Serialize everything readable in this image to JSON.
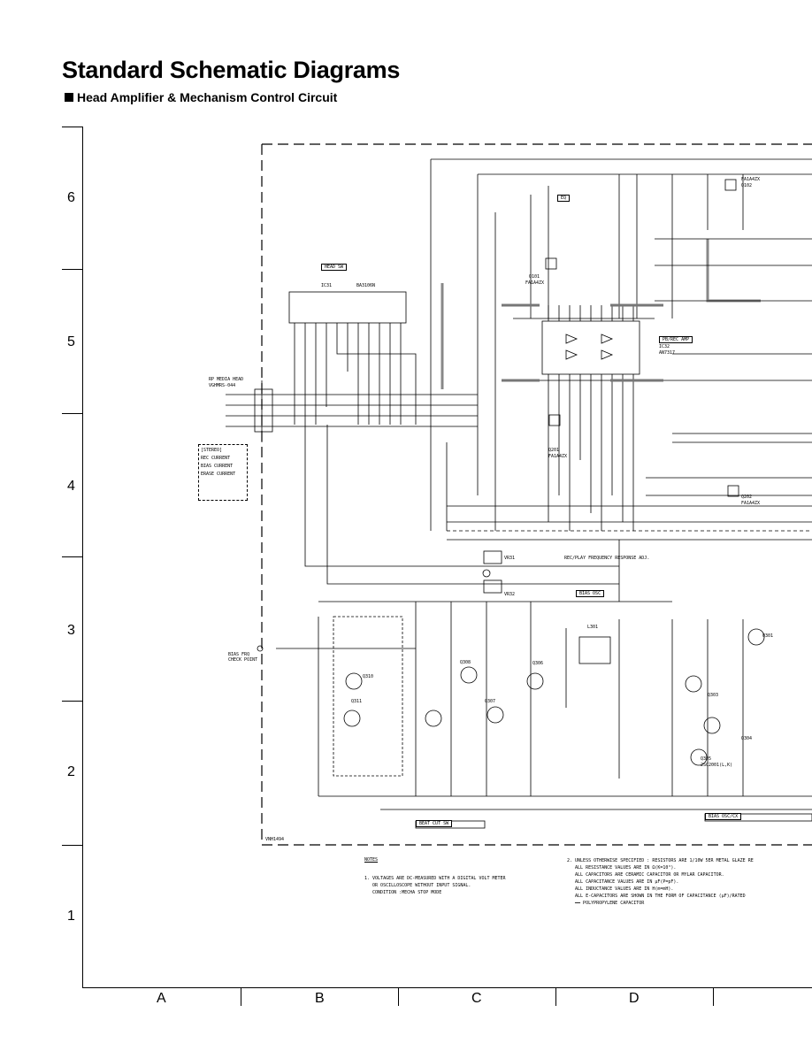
{
  "page": {
    "title": "Standard Schematic Diagrams",
    "subtitle": "Head Amplifier & Mechanism Control Circuit"
  },
  "grid": {
    "rows": [
      "6",
      "5",
      "4",
      "3",
      "2",
      "1"
    ],
    "columns": [
      "A",
      "B",
      "C",
      "D"
    ]
  },
  "blocks": {
    "head_sw": "HEAD SW",
    "ic31_ref": "IC31",
    "ic31_part": "BA3106N",
    "ic32_ref": "IC32",
    "ic32_part": "AN7317",
    "pb_rec_amp": "PB/REC AMP",
    "eq_label": "EQ",
    "bias_osc": "BIAS OSC",
    "bias_osc_coil": "BIAS OSC/CX",
    "beat_cut_sw": "BEAT CUT SW",
    "freq_response": "REC/PLAY FREQUENCY RESPONSE ADJ.",
    "rp_head": "RP MEDIA HEAD",
    "rp_head_part": "VGHMRS-044",
    "bias_freq": "BIAS FRQ CHECK POINT",
    "q101": "Q101",
    "q101_part": "FA1A4ZX",
    "q102": "Q102",
    "q102_part": "FA1A4ZX",
    "q201": "Q201",
    "q201_part": "FA1A4ZX",
    "q202": "Q202",
    "q202_part": "FA1A4ZX",
    "q301": "Q301",
    "q303": "Q303",
    "q304": "Q304",
    "q305": "Q305",
    "q305_part": "2SC2001(L,K)",
    "q306": "Q306",
    "q307": "Q307",
    "q308": "Q308",
    "q310": "Q310",
    "q311": "Q311",
    "vr31": "VR31",
    "vr32": "VR32",
    "l301": "L301"
  },
  "currents": {
    "heading": "[STEREO]",
    "rec": "REC CURRENT",
    "bias": "BIAS CURRENT",
    "erase": "ERASE CURRENT"
  },
  "notes": {
    "heading": "NOTES",
    "note1": "1. VOLTAGES ARE DC-MEASURED WITH A DIGITAL VOLT METER\n   OR OSCILLOSCOPE WITHOUT INPUT SIGNAL.\n   CONDITION :MECHA STOP MODE",
    "note2": "2. UNLESS OTHERWISE SPECIFIED : RESISTORS ARE 1/10W 5ER METAL GLAZE RE\n   ALL RESISTANCE VALUES ARE IN Ω(K=10³).\n   ALL CAPACITORS ARE CERAMIC CAPACITOR OR MYLAR CAPACITOR.\n   ALL CAPACITANCE VALUES ARE IN µF(P=pF).\n   ALL INDUCTANCE VALUES ARE IN H(m=mH).\n   ALL E-CAPACITORS ARE SHOWN IN THE FORM OF CAPACITANCE (µF)/RATED\n   ━━ POLYPROPYLENE CAPACITOR"
  },
  "drawing_code": "VNH1494"
}
